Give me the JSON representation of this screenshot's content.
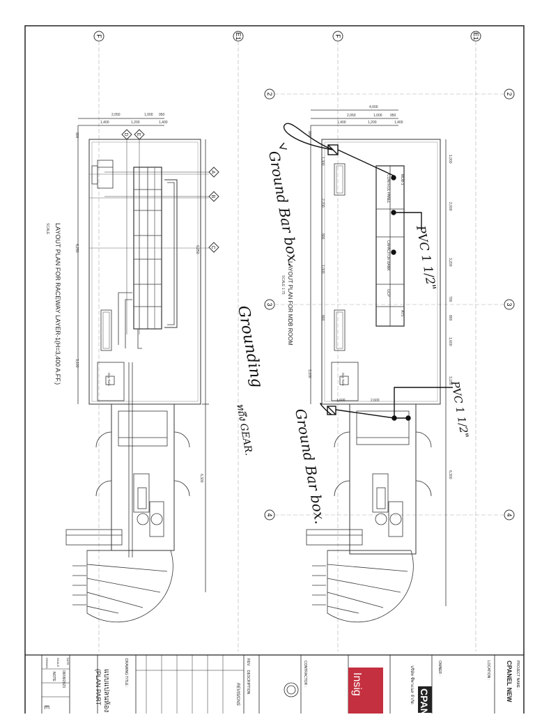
{
  "grid": {
    "top_row": [
      "F",
      "E1",
      "F",
      "E1"
    ],
    "left_col_top": [
      "2",
      "3",
      "4"
    ],
    "right_col": [
      "2",
      "3",
      "4"
    ]
  },
  "raceway_plan": {
    "title": "LAYOUT PLAN FOR RACEWAY LAYER-1(H=3,400 A.FF.)",
    "scale": "SCALE",
    "section_markers": [
      "A",
      "B",
      "C",
      "D",
      "E"
    ],
    "dims_top": [
      "2,050",
      "1,000",
      "950"
    ],
    "dims_sub": [
      "1,400",
      "1,200",
      "1,400"
    ],
    "dims_left": [
      "900",
      "6,250",
      "3,100",
      "6,300"
    ],
    "side_dim": "6,250"
  },
  "mdb_plan": {
    "title": "LAYOUT PLAN FOR MDB ROOM",
    "scale": "SCALE 1:75",
    "dims_top": [
      "4,000",
      "2,050",
      "1,000",
      "950"
    ],
    "dims_sub": [
      "1,400",
      "1,200",
      "1,400"
    ],
    "dims_right": [
      "1,000",
      "2,000",
      "3,200",
      "700",
      "800",
      "1,600",
      "3,100",
      "6,300"
    ],
    "dims_left": [
      "900",
      "1,300",
      "2,200",
      "800",
      "1,000",
      "800",
      "3,100"
    ],
    "panel_labels": [
      "CONTROL PANEL",
      "MDB-1",
      "CAPACITOR BANK",
      "GCP",
      "ATS"
    ],
    "lower_dims": [
      "1,600",
      "2,600"
    ]
  },
  "tank_label": "Day Tank",
  "annotations": {
    "ground_bar_box_1": "Ground Bar box.",
    "pvc_1": "PVC 1 1/2\"",
    "grounding": "Grounding",
    "to_gear": "ทถึง GEAR.",
    "pvc_2": "PVC 1 1/2\"",
    "ground_bar_box_2": "Ground Bar box."
  },
  "title_block": {
    "project_label": "PROJECT NAME :",
    "project_name": "CPANEL NEW",
    "location_label": "LOCATION :",
    "owner_label": "OWNER :",
    "company_logo": "CPAN",
    "company_line": "บริษัท ซีพาแนล จำกัด",
    "insig_logo": "Insig",
    "contractor_label": "CONTRACTOR :",
    "revisions_label": "REVISIONS",
    "rev_col": "REV.",
    "desc_col": "DESCRIPTION",
    "drawing_title_label": "DRAWING TITLE :",
    "drawing_title": "แบบแปลนห้อง",
    "drawing_sub": "(PLAN PART",
    "date_label": "DATE",
    "date_value": "08/08/2023",
    "scale_label": "SCALE",
    "scale_value": "NOTE",
    "drawn_label": "DRAWN",
    "sheet_code": "E"
  }
}
